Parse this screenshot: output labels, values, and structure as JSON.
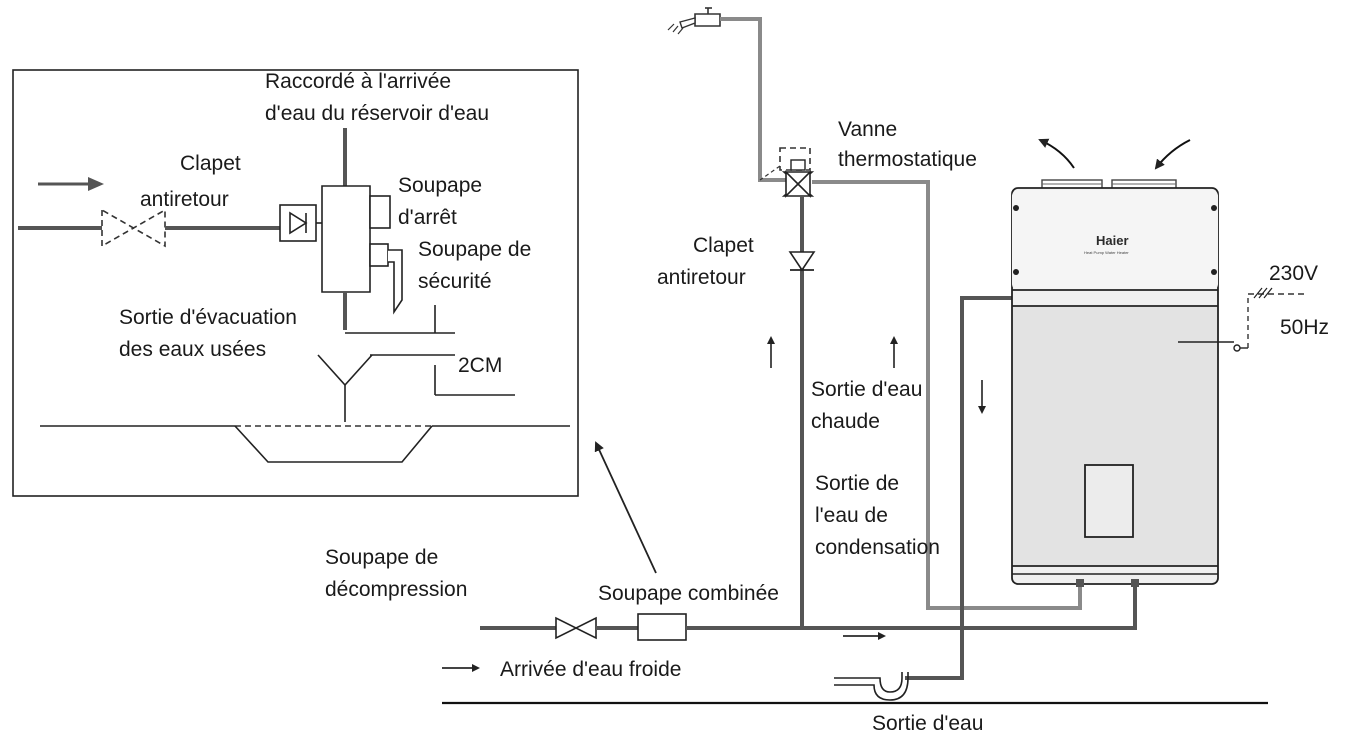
{
  "labels": {
    "raccorde_1": "Raccordé à l'arrivée",
    "raccorde_2": "d'eau du réservoir d'eau",
    "clapet_inset_1": "Clapet",
    "clapet_inset_2": "antiretour",
    "soupape_arret_1": "Soupape",
    "soupape_arret_2": "d'arrêt",
    "soupape_securite_1": "Soupape de",
    "soupape_securite_2": "sécurité",
    "sortie_evac_1": "Sortie d'évacuation",
    "sortie_evac_2": "des eaux usées",
    "dim_2cm": "2CM",
    "vanne_1": "Vanne",
    "vanne_2": "thermostatique",
    "clapet_main_1": "Clapet",
    "clapet_main_2": "antiretour",
    "sortie_chaude_1": "Sortie d'eau",
    "sortie_chaude_2": "chaude",
    "sortie_condens_1": "Sortie de",
    "sortie_condens_2": "l'eau de",
    "sortie_condens_3": "condensation",
    "soupape_decomp_1": "Soupape de",
    "soupape_decomp_2": "décompression",
    "soupape_combinee": "Soupape combinée",
    "arrivee_froide": "Arrivée d'eau froide",
    "sortie_eau": "Sortie d'eau",
    "voltage": "230V",
    "frequency": "50Hz",
    "brand": "Haier",
    "model_text": "Heat Pump Water Heater"
  },
  "icons": [
    "shower-head-icon",
    "check-valve-icon",
    "thermostatic-valve-icon",
    "gate-valve-icon",
    "flow-arrow-icon",
    "drain-trap-icon",
    "plug-icon"
  ]
}
